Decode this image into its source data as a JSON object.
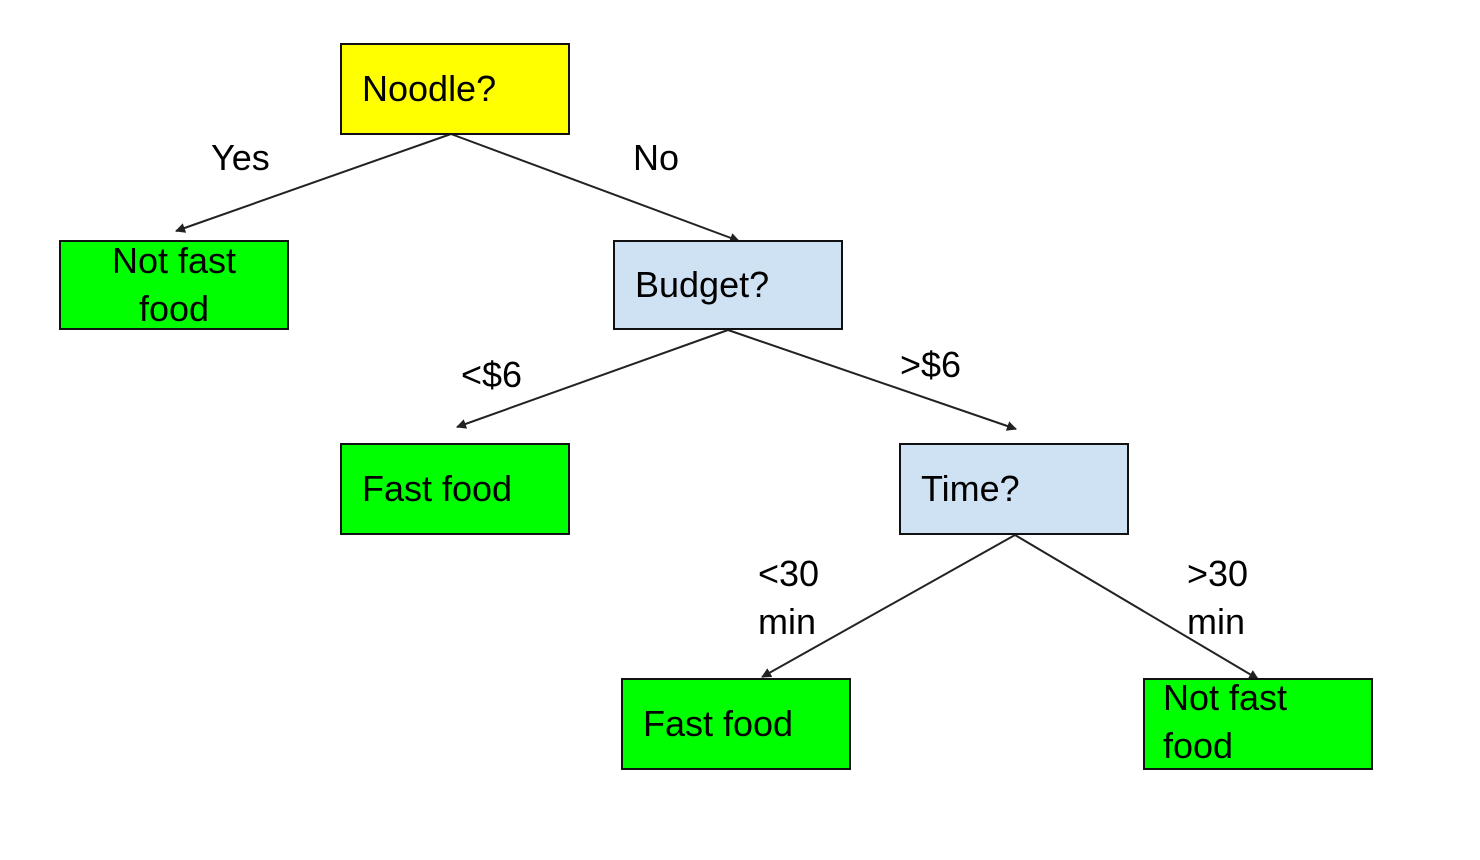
{
  "colors": {
    "root_fill": "#ffff00",
    "decision_fill": "#cfe2f3",
    "leaf_fill": "#00ff00",
    "edge_stroke": "#222222"
  },
  "nodes": {
    "noodle": "Noodle?",
    "leaf_not_fast_food_1": "Not fast\nfood",
    "budget": "Budget?",
    "leaf_fast_food_1": "Fast food",
    "time": "Time?",
    "leaf_fast_food_2": "Fast food",
    "leaf_not_fast_food_2": "Not fast\nfood"
  },
  "edge_labels": {
    "yes": "Yes",
    "no": "No",
    "budget_low": "<$6",
    "budget_high": ">$6",
    "time_low": "<30\nmin",
    "time_high": ">30\nmin"
  }
}
